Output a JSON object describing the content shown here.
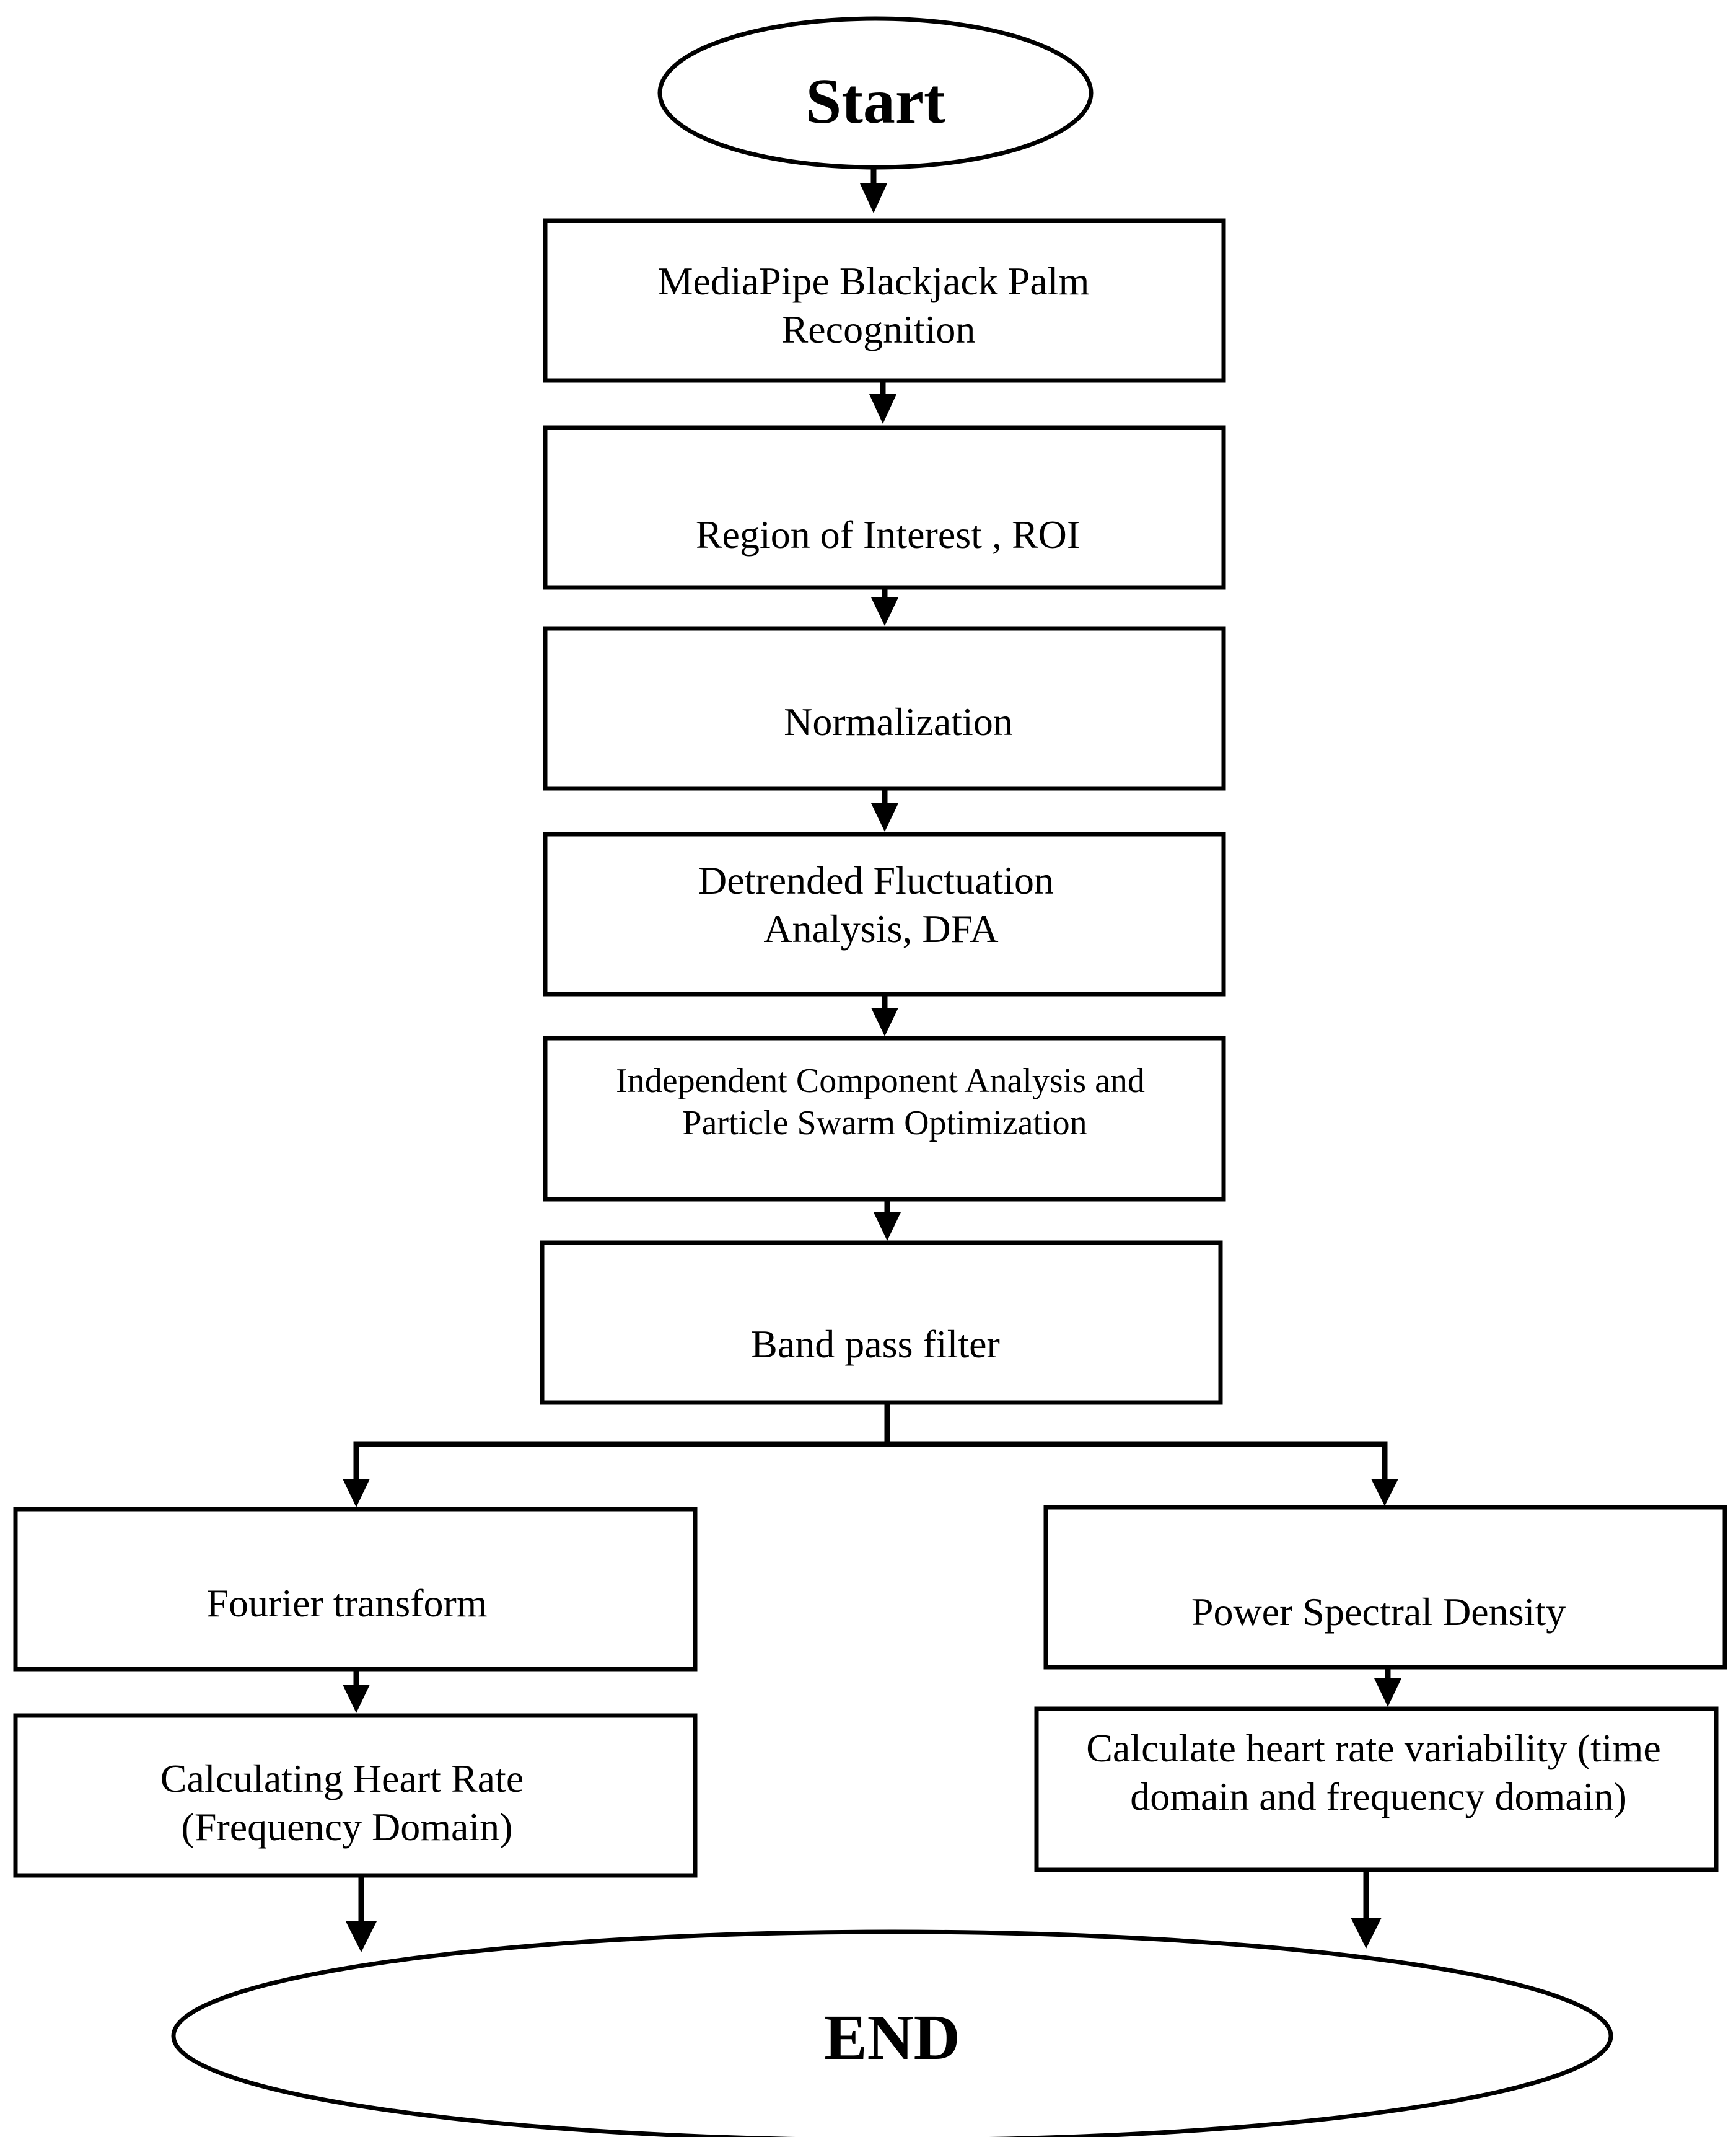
{
  "diagram": {
    "start_label": "Start",
    "end_label": "END",
    "steps": {
      "palm_recognition": [
        "MediaPipe Blackjack Palm",
        "Recognition"
      ],
      "roi": [
        "Region of Interest , ROI"
      ],
      "normalization": [
        "Normalization"
      ],
      "dfa": [
        "Detrended Fluctuation",
        "Analysis, DFA"
      ],
      "ica_pso": [
        "Independent Component Analysis and",
        "Particle Swarm Optimization"
      ],
      "band_pass": [
        "Band pass filter"
      ],
      "fourier": [
        "Fourier transform"
      ],
      "heart_rate": [
        "Calculating Heart Rate",
        "(Frequency Domain)"
      ],
      "psd": [
        "Power Spectral Density"
      ],
      "hrv": [
        "Calculate heart rate variability (time",
        "domain and frequency domain)"
      ]
    }
  },
  "colors": {
    "stroke": "#000000",
    "fill": "#ffffff"
  }
}
